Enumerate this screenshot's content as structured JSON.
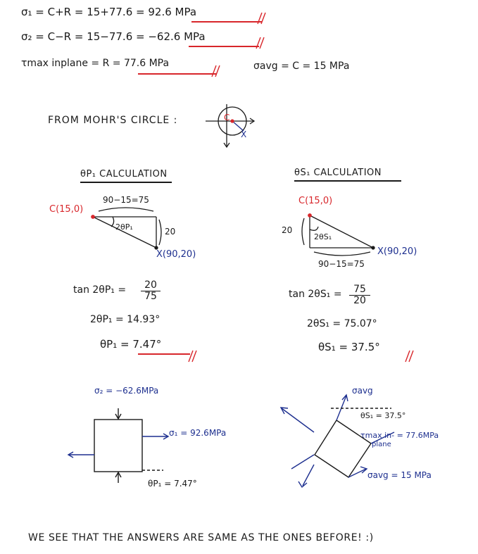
{
  "results": {
    "sigma1": "σ₁ = C+R = 15+77.6 = ",
    "sigma1_value": "92.6 MPa",
    "sigma2": "σ₂ = C−R = 15−77.6 = ",
    "sigma2_value": "−62.6 MPa",
    "tau_max": "τmax inplane = R = ",
    "tau_max_value": "77.6 MPa",
    "sigma_avg": "σavg = C = 15 MPa"
  },
  "mohr": {
    "label": "FROM MOHR'S CIRCLE :",
    "center_label": "C",
    "x_label": "X"
  },
  "theta_p": {
    "heading": "θP₁ CALCULATION",
    "c_point": "C(15,0)",
    "x_point": "X(90,20)",
    "base_label": "90−15=75",
    "height_label": "20",
    "angle_label": "2θP₁",
    "tan_lhs": "tan 2θP₁ =",
    "tan_num": "20",
    "tan_den": "75",
    "step2": "2θP₁ = 14.93°",
    "step3_prefix": "θP₁ =",
    "step3_value": "7.47°"
  },
  "theta_s": {
    "heading": "θS₁ CALCULATION",
    "c_point": "C(15,0)",
    "x_point": "X(90,20)",
    "base_label": "90−15=75",
    "height_label": "20",
    "angle_label": "2θS₁",
    "tan_lhs": "tan 2θS₁ =",
    "tan_num": "75",
    "tan_den": "20",
    "step2": "2θS₁ = 75.07°",
    "step3_prefix": "θS₁ =",
    "step3_value": "37.5°"
  },
  "element_p": {
    "sigma2_label": "σ₂ = −62.6MPa",
    "sigma1_label": "σ₁ = 92.6MPa",
    "theta_label": "θP₁ = 7.47°"
  },
  "element_s": {
    "avg_label_top": "σavg",
    "theta_label": "θS₁ = 37.5°",
    "tau_label": "τmax in- = 77.6MPa",
    "tau_plane": "plane",
    "avg_label_bottom": "σavg = 15 MPa"
  },
  "conclusion": "WE SEE THAT THE ANSWERS ARE SAME AS THE ONES BEFORE! :)"
}
